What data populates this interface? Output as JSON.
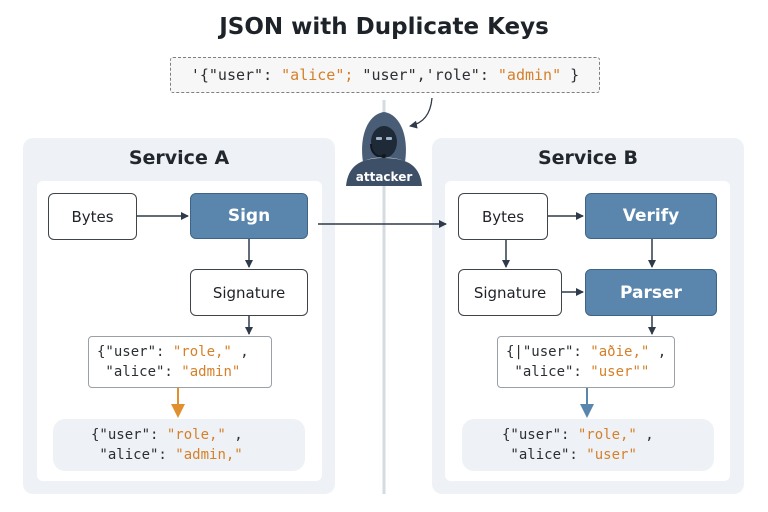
{
  "title": "JSON with Duplicate Keys",
  "banner": {
    "open": "'{",
    "k1": "\"user\"",
    "sep1": ": ",
    "v1": "\"alice\";",
    "sep2": " ",
    "k2": "\"user\",'role\"",
    "sep3": ": ",
    "v2": "\"admin\"",
    "close": " }"
  },
  "attacker": {
    "label": "attacker",
    "icon": "hooded-hacker-icon"
  },
  "service_a": {
    "title": "Service A",
    "bytes": "Bytes",
    "sign": "Sign",
    "signature": "Signature",
    "json1": {
      "l1k": "{\"user\": ",
      "l1v": "\"role,\"",
      "l1e": " ,",
      "l2k": " \"alice\": ",
      "l2v": "\"admin\"",
      "l2e": ""
    },
    "json2": {
      "l1k": "{\"user\": ",
      "l1v": "\"role,\"",
      "l1e": " ,",
      "l2k": " \"alice\": ",
      "l2v": "\"admin,\"",
      "l2e": ""
    }
  },
  "service_b": {
    "title": "Service B",
    "bytes": "Bytes",
    "verify": "Verify",
    "signature": "Signature",
    "parser": "Parser",
    "json1": {
      "l1k": "{|\"user\": ",
      "l1v": "\"aðie,\"",
      "l1e": " ,",
      "l2k": " \"alice\": ",
      "l2v": "\"user\"\"",
      "l2e": ""
    },
    "json2": {
      "l1k": "{\"user\": ",
      "l1v": "\"role,\"",
      "l1e": " ,",
      "l2k": " \"alice\": ",
      "l2v": "\"user\"",
      "l2e": ""
    }
  },
  "colors": {
    "accent_blue": "#5a86ad",
    "string_orange": "#d5802a",
    "panel_bg": "#eef2f6",
    "arrow_orange": "#e0902e",
    "arrow_blue": "#5a86ad"
  }
}
